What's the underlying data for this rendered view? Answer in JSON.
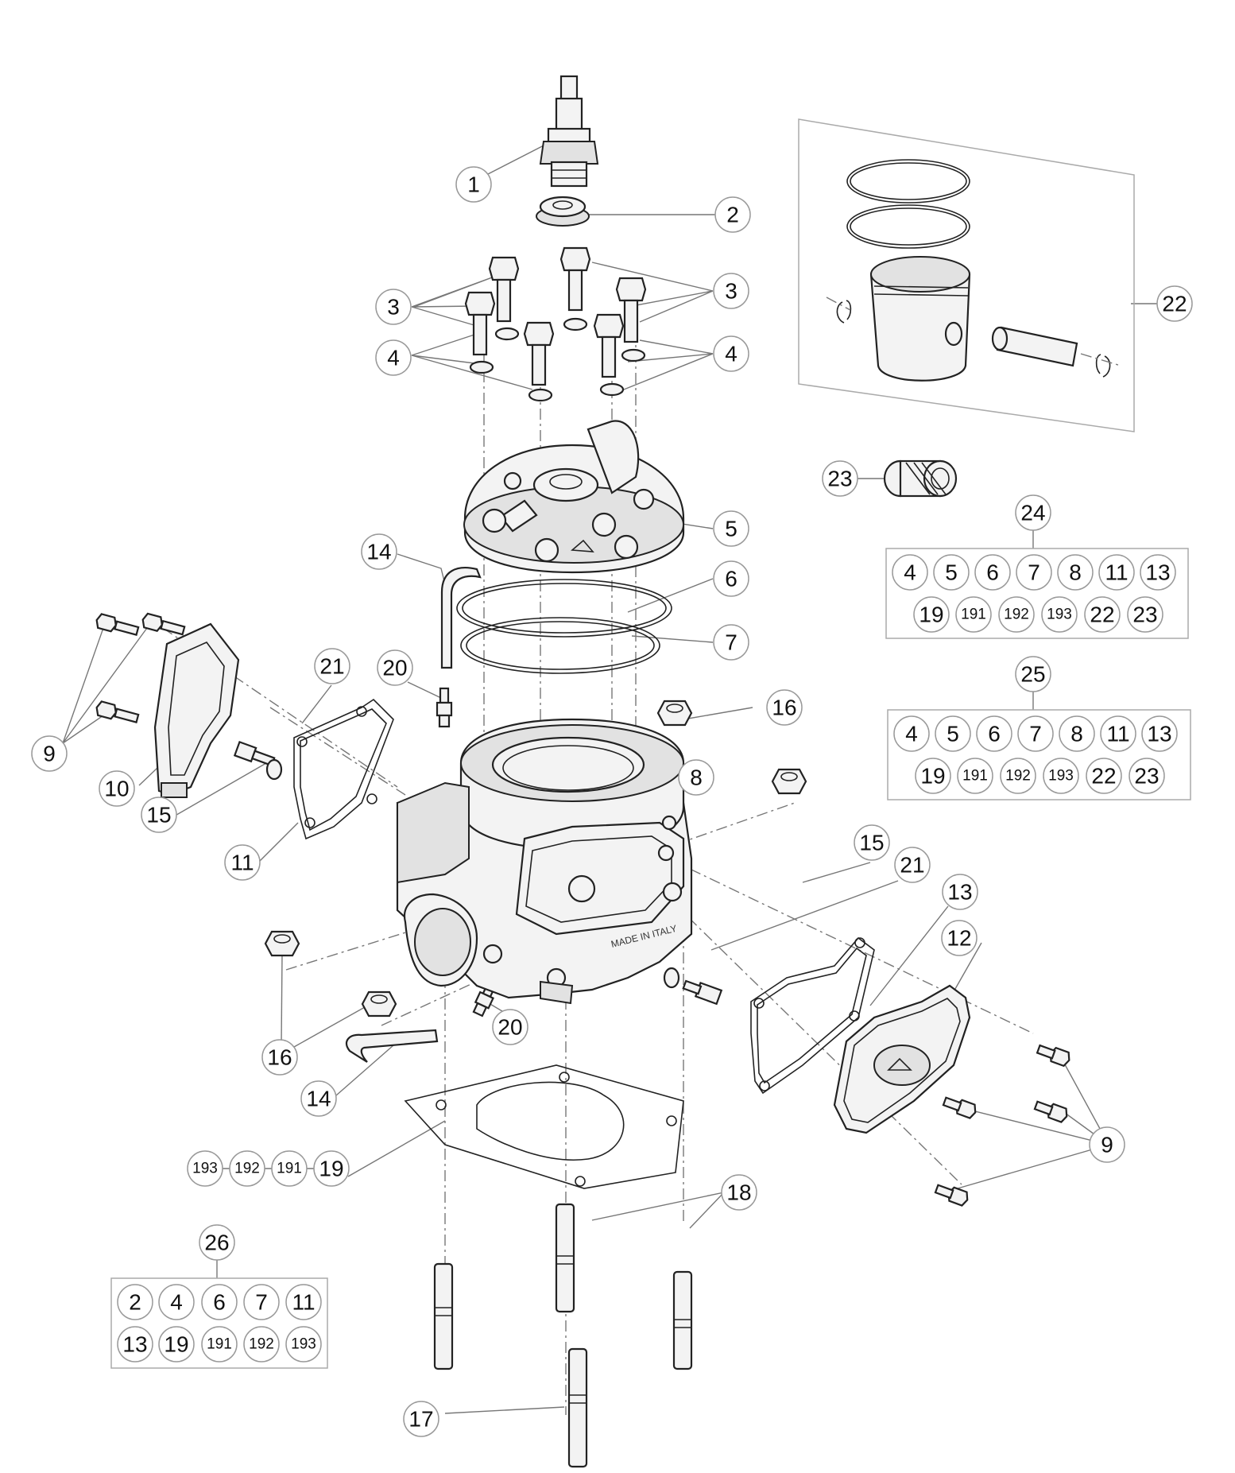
{
  "callouts": {
    "c1": "1",
    "c2": "2",
    "c3a": "3",
    "c3b": "3",
    "c4a": "4",
    "c4b": "4",
    "c5": "5",
    "c6": "6",
    "c7": "7",
    "c8": "8",
    "c9a": "9",
    "c9b": "9",
    "c10": "10",
    "c11": "11",
    "c12": "12",
    "c13": "13",
    "c14a": "14",
    "c14b": "14",
    "c15a": "15",
    "c15b": "15",
    "c16a": "16",
    "c16b": "16",
    "c17": "17",
    "c18": "18",
    "c19": "19",
    "c20a": "20",
    "c20b": "20",
    "c21a": "21",
    "c21b": "21",
    "c22": "22",
    "c23": "23",
    "k19_191": "191",
    "k19_192": "192",
    "k19_193": "193"
  },
  "kits": {
    "kit24": {
      "label": "24",
      "row1": [
        "4",
        "5",
        "6",
        "7",
        "8",
        "11",
        "13"
      ],
      "row2": [
        "19",
        "191",
        "192",
        "193",
        "22",
        "23"
      ]
    },
    "kit25": {
      "label": "25",
      "row1": [
        "4",
        "5",
        "6",
        "7",
        "8",
        "11",
        "13"
      ],
      "row2": [
        "19",
        "191",
        "192",
        "193",
        "22",
        "23"
      ]
    },
    "kit26": {
      "label": "26",
      "row1": [
        "2",
        "4",
        "6",
        "7",
        "11"
      ],
      "row2": [
        "13",
        "19",
        "191",
        "192",
        "193"
      ]
    }
  },
  "engraving": {
    "head_logo": "logo",
    "cylinder_text": "MADE IN ITALY"
  }
}
